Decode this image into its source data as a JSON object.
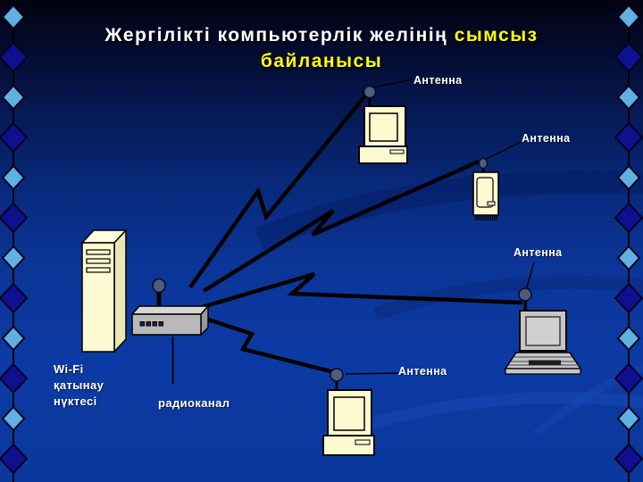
{
  "slide_title": {
    "line1_white": "Жергілікті компьютерлік желінің ",
    "line1_yellow": "сымсыз",
    "line2_yellow": "байланысы"
  },
  "labels": {
    "antenna_top": "Антенна",
    "antenna_right": "Антенна",
    "antenna_middle_right": "Антенна",
    "antenna_bottom": "Антенна",
    "wifi_line1": "Wi-Fi",
    "wifi_line2": "қатынау",
    "wifi_line3": "нүктесі",
    "radio_channel": "радиоканал"
  },
  "icons": [
    "server-tower-icon",
    "wifi-access-point-icon",
    "antenna-ball-icon",
    "desktop-computer-icon",
    "handheld-computer-icon",
    "laptop-icon",
    "radio-link-bolt-icon",
    "border-diamond-icon"
  ],
  "colors": {
    "background_top": "#020210",
    "background_bottom": "#0b389b",
    "title_white": "#ffffff",
    "accent_yellow": "#ffff00",
    "diamond_light": "#5fb0e3",
    "diamond_dark": "#0e1090",
    "device_cream": "#fdf9d0",
    "device_gray": "#bdbdbd",
    "antenna_ball": "#4e5c7e",
    "link_line": "#000000"
  }
}
